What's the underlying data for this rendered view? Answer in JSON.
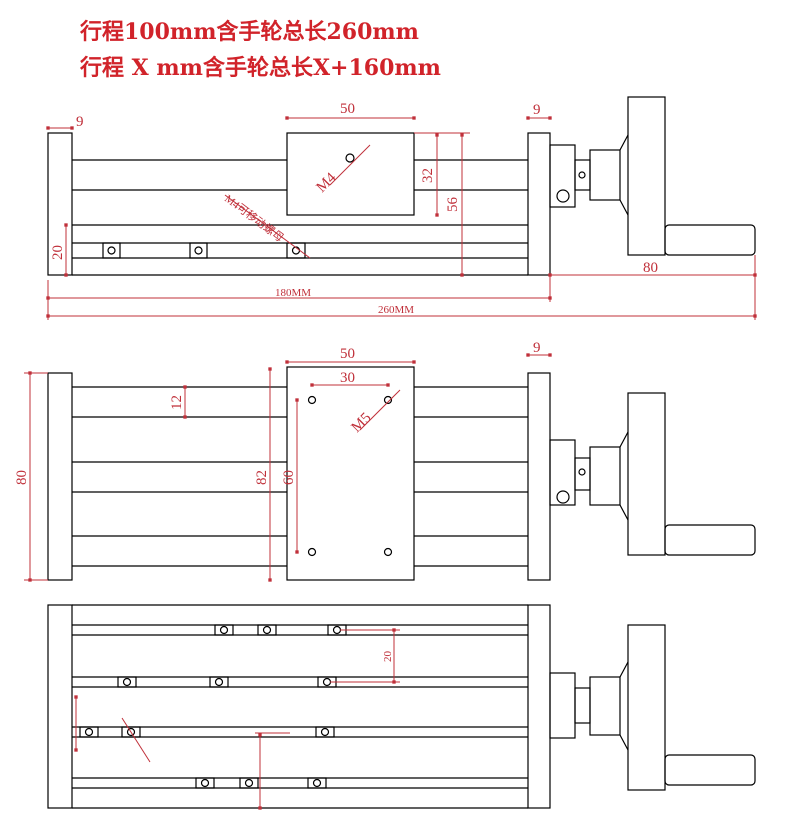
{
  "title": {
    "line1": "行程100mm含手轮总长260mm",
    "line2": "行程 X mm含手轮总长X+160mm"
  },
  "side_view": {
    "dim_plate": "9",
    "dim_plate_right": "9",
    "dim_carriage_width": "50",
    "dim_carriage_height": "32",
    "dim_total_height": "56",
    "dim_rail_height": "20",
    "dim_body_length": "180MM",
    "dim_total_length": "260MM",
    "dim_handwheel": "80",
    "label_hole": "M4",
    "label_nut": "M4可移动螺母"
  },
  "top_view": {
    "dim_carriage_width": "50",
    "dim_hole_spacing_x": "30",
    "dim_rail_offset": "12",
    "dim_width": "80",
    "dim_carriage_length": "82",
    "dim_hole_spacing_y": "60",
    "dim_plate_right": "9",
    "label_hole": "M5"
  },
  "bottom_view": {
    "dim_slot_spacing": "20"
  },
  "colors": {
    "dimension": "#c0303a",
    "title": "#d1232a",
    "outline": "#000000"
  }
}
